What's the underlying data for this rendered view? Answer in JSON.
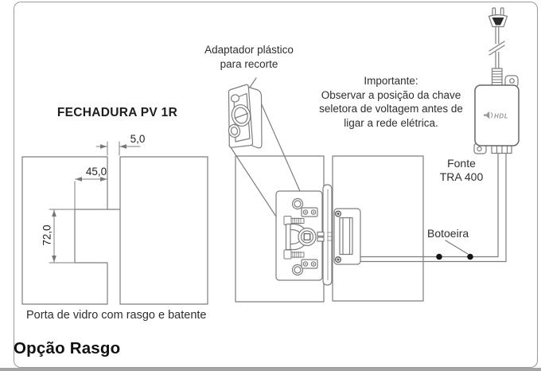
{
  "page": {
    "product_title": "FECHADURA PV 1R",
    "option_title": "Opção Rasgo"
  },
  "left_diagram": {
    "caption": "Porta de vidro com rasgo e batente",
    "dim_gap": "5,0",
    "dim_notch_width": "45,0",
    "dim_notch_height": "72,0"
  },
  "adapter": {
    "label_line1": "Adaptador plástico",
    "label_line2": "para recorte"
  },
  "notice": {
    "title": "Importante:",
    "body_line1": "Observar a posição da chave",
    "body_line2": "seletora de voltagem antes de",
    "body_line3": "ligar a rede elétrica."
  },
  "power_supply": {
    "label_line1": "Fonte",
    "label_line2": "TRA 400",
    "brand": "HDL"
  },
  "wiring": {
    "pushbutton_label": "Botoeira"
  },
  "colors": {
    "line": "#7d7d7d",
    "text": "#2e2e2e",
    "heading": "#1d1d1d",
    "border": "#9a9a9a",
    "dot": "#151515"
  }
}
